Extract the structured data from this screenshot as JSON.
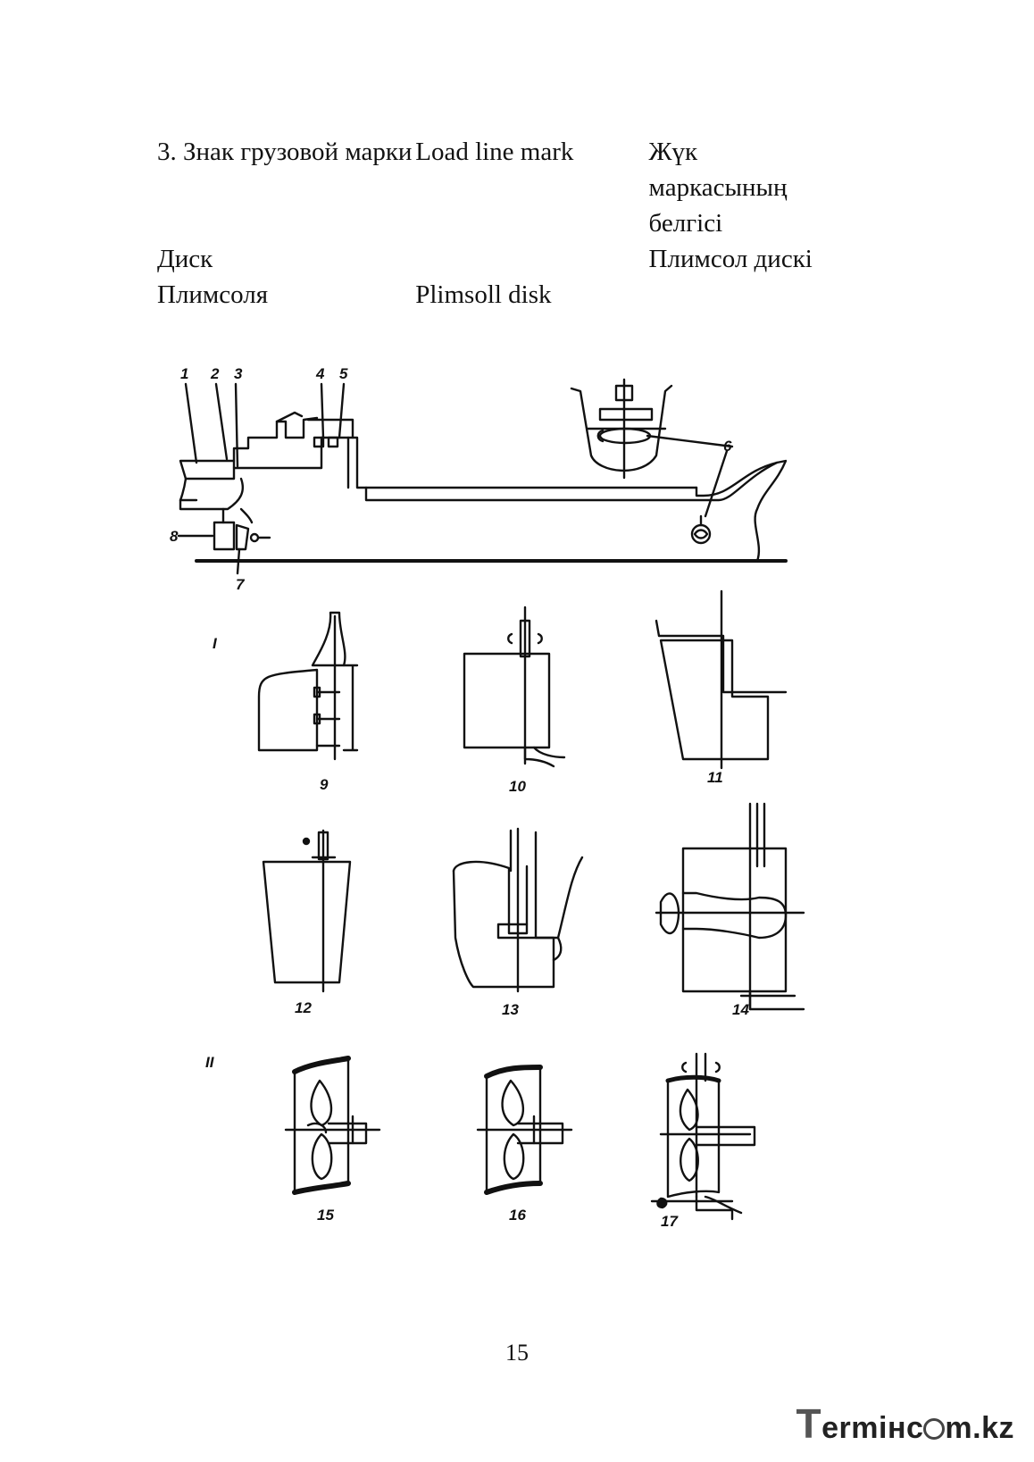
{
  "entry": {
    "row1": {
      "ru": "3. Знак грузовой марки",
      "en": "Load line mark",
      "kk": "Жүк маркасының белгісі"
    },
    "row2": {
      "ru_line1": "Диск",
      "ru_line2": "Плимсоля",
      "en": "Plimsoll disk",
      "kk": "Плимсол дискі"
    }
  },
  "figure": {
    "labels": [
      "1",
      "2",
      "3",
      "4",
      "5",
      "6",
      "7",
      "8",
      "9",
      "10",
      "11",
      "12",
      "13",
      "14",
      "15",
      "16",
      "17"
    ],
    "group_labels": [
      "I",
      "II"
    ]
  },
  "page_number": "15",
  "watermark": {
    "text_pre": "T",
    "text_mid": "ermінс",
    "text_post": "m.kz"
  }
}
